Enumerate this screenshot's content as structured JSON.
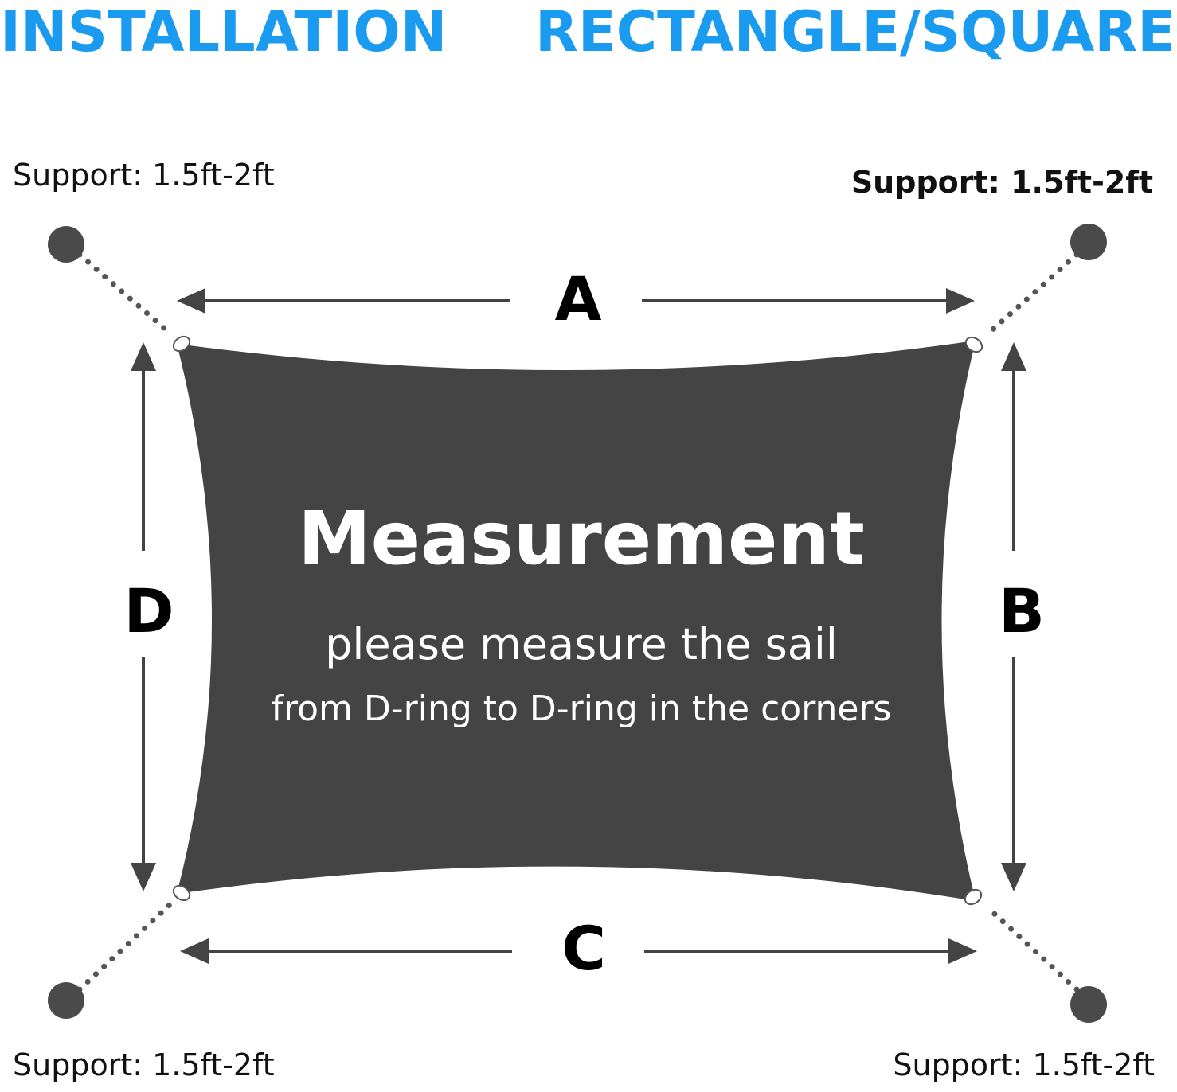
{
  "headings": {
    "left": "INSTALLATION",
    "right": "RECTANGLE/SQUARE"
  },
  "supports": {
    "top_left": "Support: 1.5ft-2ft",
    "top_right": "Support: 1.5ft-2ft",
    "bottom_left": "Support: 1.5ft-2ft",
    "bottom_right": "Support: 1.5ft-2ft"
  },
  "dimensions": {
    "a": "A",
    "b": "B",
    "c": "C",
    "d": "D"
  },
  "sail": {
    "title": "Measurement",
    "line1": "please measure the sail",
    "line2": "from D-ring to D-ring in the corners"
  },
  "colors": {
    "heading": "#1a9bf0",
    "sail": "#444444",
    "post": "#4a4a4a",
    "arrow": "#444444"
  }
}
